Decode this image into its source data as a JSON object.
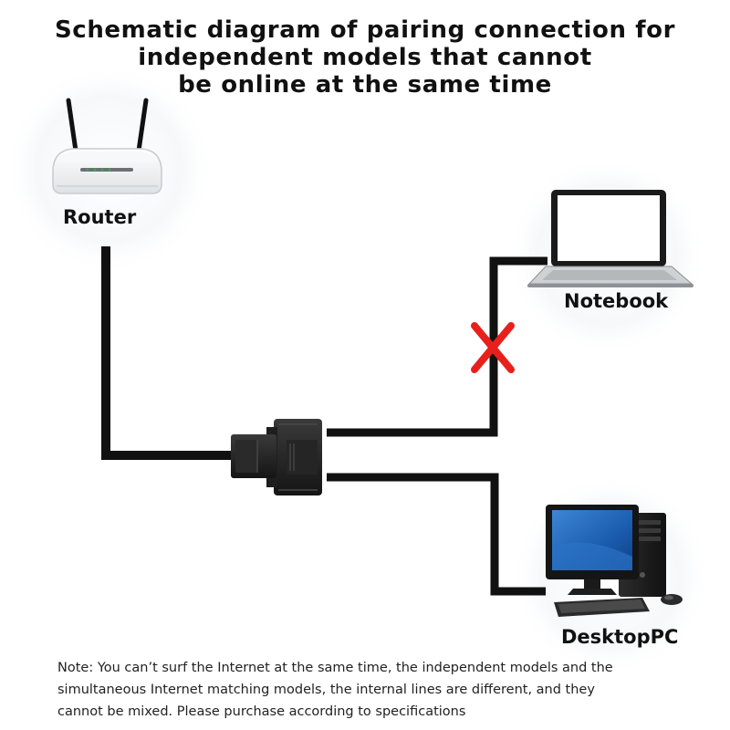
{
  "title": {
    "line1": "Schematic diagram of pairing connection for",
    "line2": "independent models that cannot",
    "line3": "be online at the same time"
  },
  "devices": {
    "router": {
      "label": "Router",
      "icon": "router-icon"
    },
    "notebook": {
      "label": "Notebook",
      "icon": "laptop-icon"
    },
    "desktop": {
      "label": "DesktopPC",
      "icon": "desktop-pc-icon"
    },
    "splitter": {
      "icon": "rj45-splitter-icon"
    }
  },
  "connections": [
    {
      "from": "router",
      "to": "splitter",
      "status": "connected"
    },
    {
      "from": "splitter",
      "to": "notebook",
      "status": "blocked",
      "marker": "red-cross-icon"
    },
    {
      "from": "splitter",
      "to": "desktop",
      "status": "connected"
    }
  ],
  "colors": {
    "cable": "#111111",
    "blocked_marker": "#e8201c",
    "glow": "#eef3f6"
  },
  "note": {
    "line1": "Note: You can’t surf the Internet at the same time, the independent models and the",
    "line2": "simultaneous Internet matching models, the internal lines are different, and they",
    "line3": "cannot be mixed. Please purchase according to specifications"
  }
}
